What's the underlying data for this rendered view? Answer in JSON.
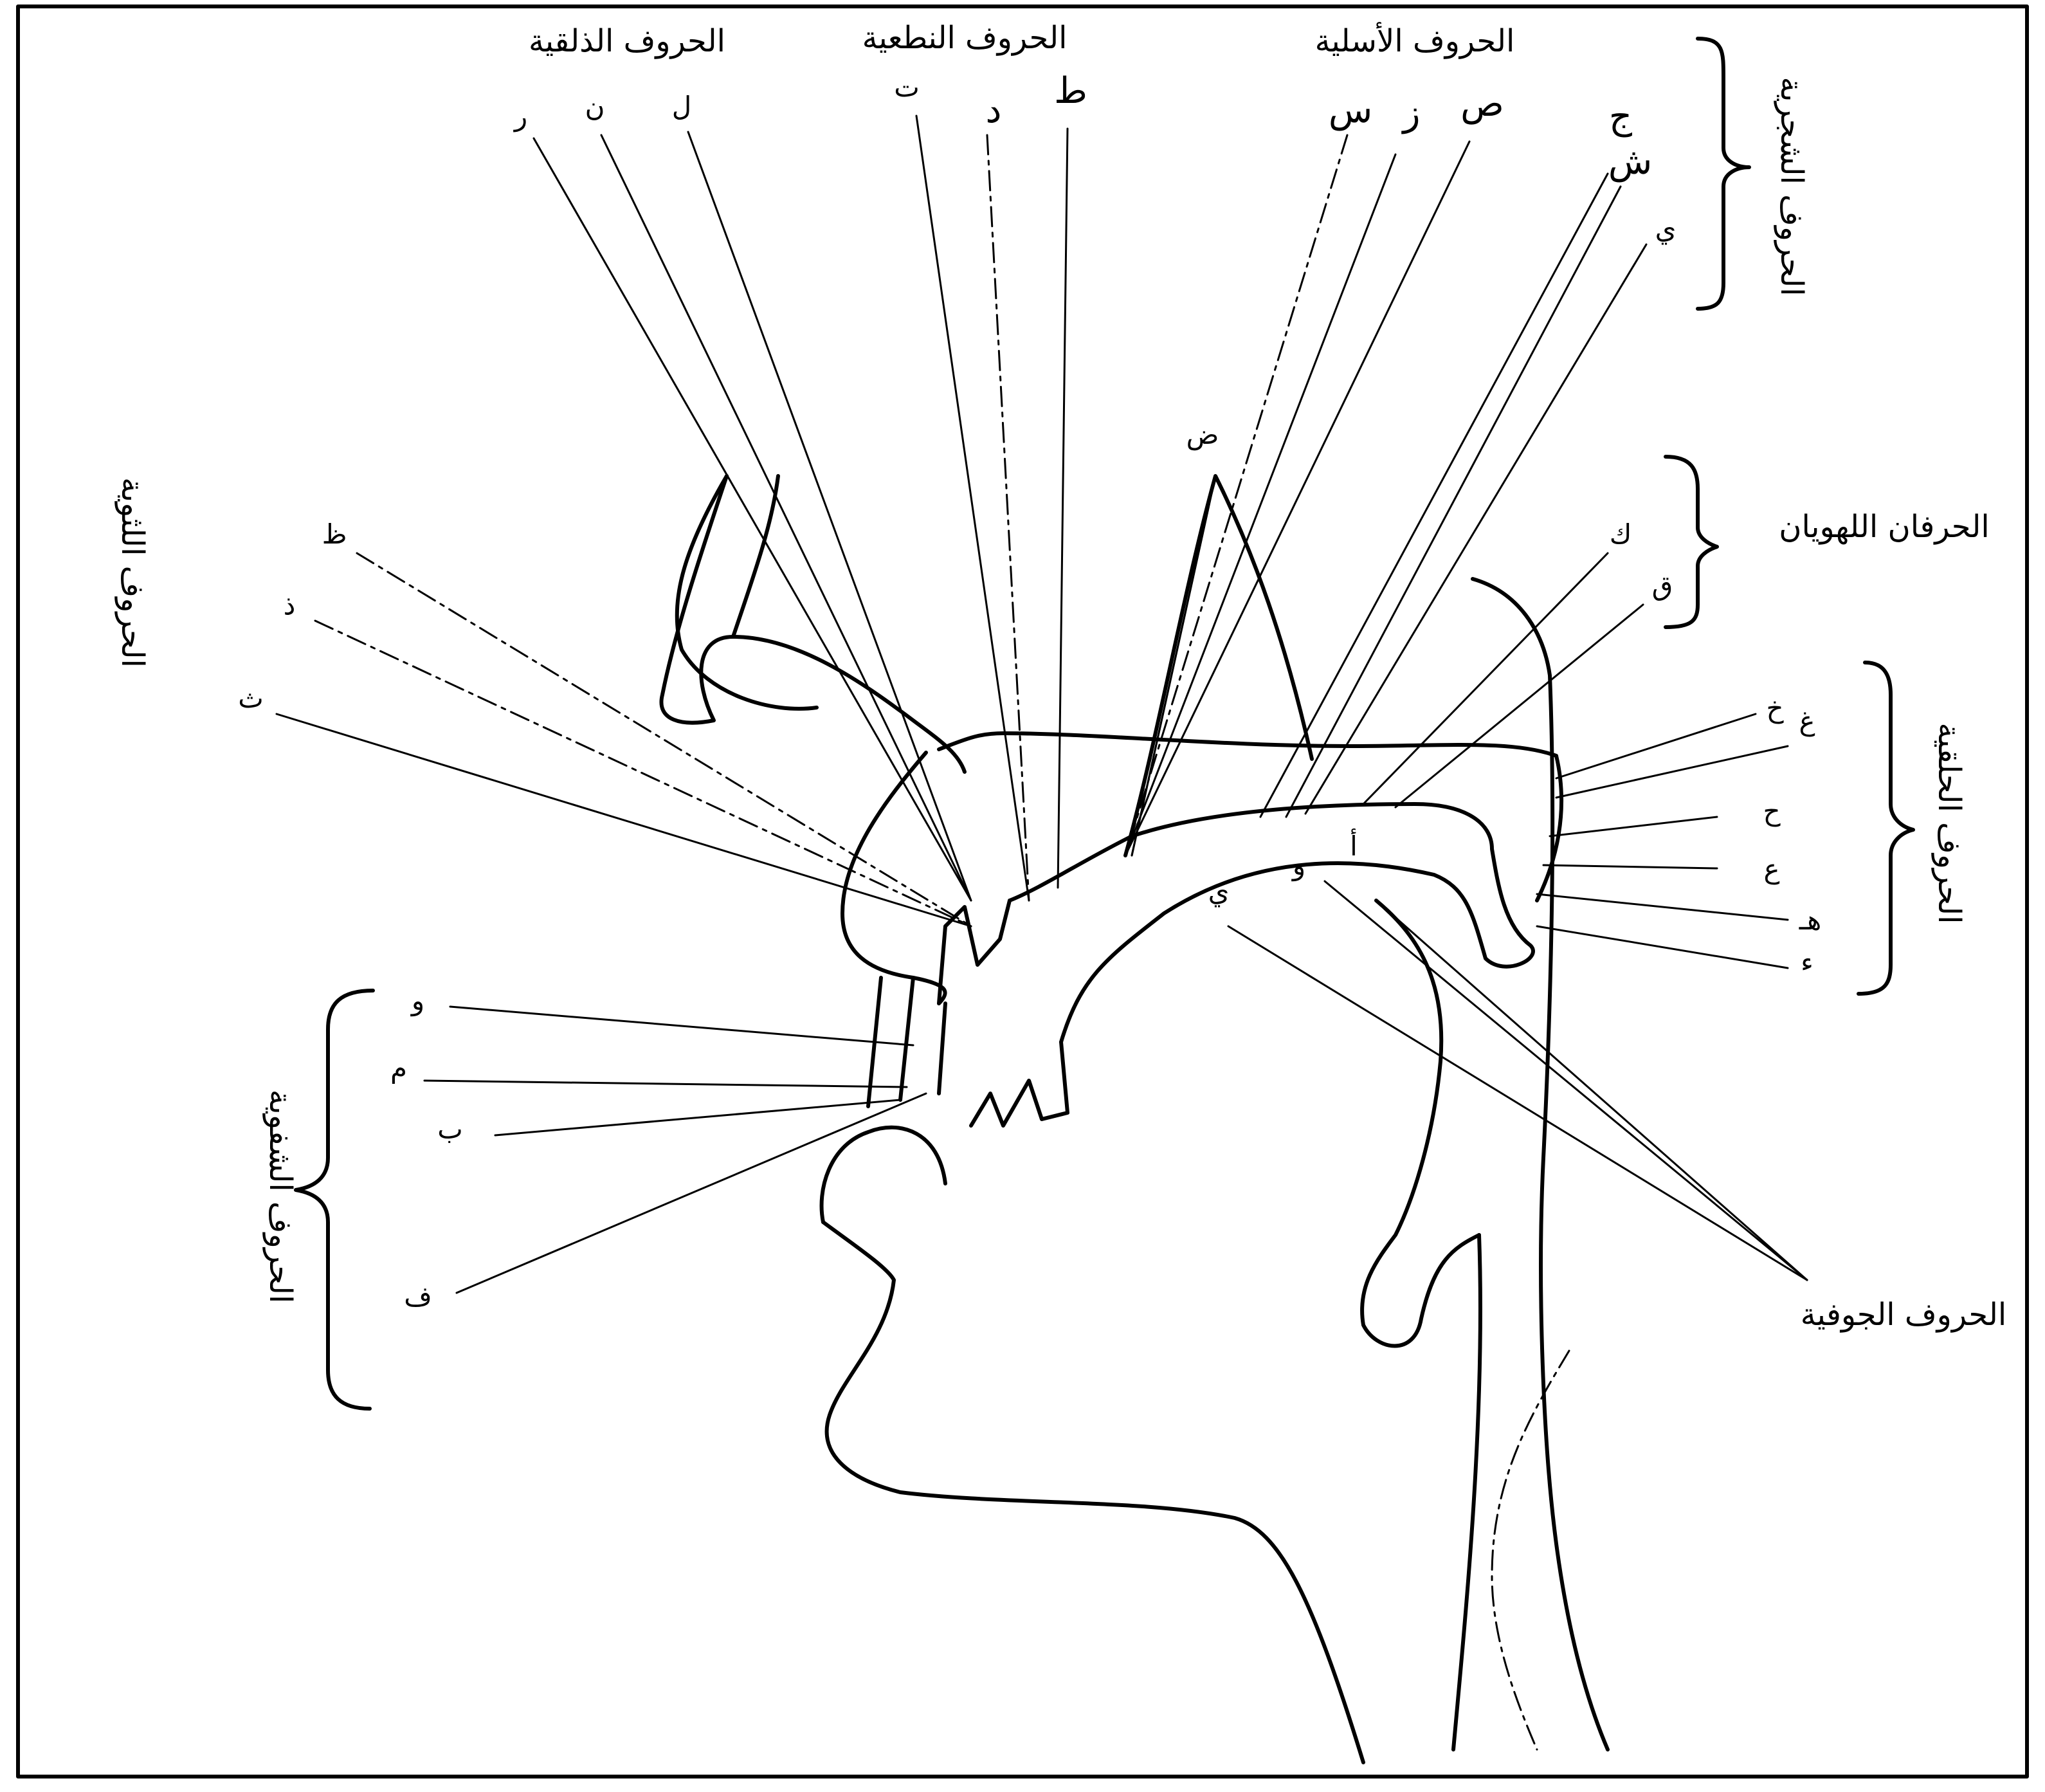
{
  "groups": {
    "dhalqiyya": "الحروف الذلقية",
    "nitiyya": "الحروف النطعية",
    "asaliyya": "الحروف الأسلية",
    "shajariyya": "الحروف الشجرية",
    "lathawiyya": "الحروف اللثوية",
    "lahawiyyan": "الحرفان اللهويان",
    "halqiyya": "الحروف الحلقية",
    "shafawiyya": "الحروف الشفوية",
    "jawfiyya": "الحروف الجوفية"
  },
  "letters": {
    "dhalq_r": "ر",
    "dhalq_n": "ن",
    "dhalq_l": "ل",
    "nit_t": "ت",
    "nit_d": "د",
    "nit_tt": "ط",
    "asal_s": "س",
    "asal_z": "ز",
    "asal_ss": "ص",
    "shaj_j": "ج",
    "shaj_sh": "ش",
    "shaj_y": "ي",
    "dad": "ض",
    "lath_z": "ظ",
    "lath_dh": "ذ",
    "lath_th": "ث",
    "lah_k": "ك",
    "lah_q": "ق",
    "halq_gh": "غ",
    "halq_kh": "خ",
    "halq_h": "ح",
    "halq_ayn": "ع",
    "halq_hamza": "ء",
    "halq_ha": "هـ",
    "shaf_w": "و",
    "shaf_m": "م",
    "shaf_b": "ب",
    "shaf_f": "ف",
    "jawf_alif": "أ",
    "jawf_waw": "و",
    "jawf_ya": "ي"
  },
  "colors": {
    "ink": "#000000",
    "paper": "#ffffff"
  }
}
